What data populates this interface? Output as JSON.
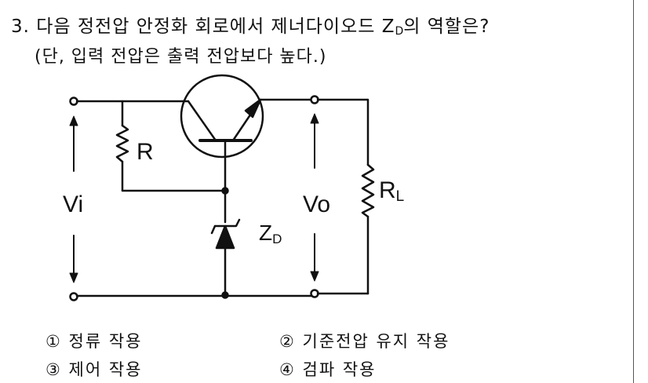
{
  "question": {
    "number": "3.",
    "text_before": "다음 정전압 안정화 회로에서 제너다이오드 Z",
    "subscript": "D",
    "text_after": "의 역할은?",
    "note": "(단, 입력 전압은 출력 전압보다 높다.)"
  },
  "circuit": {
    "label_r": "R",
    "label_vi": "Vi",
    "label_vo": "Vo",
    "label_rl_main": "R",
    "label_rl_sub": "L",
    "label_zd_main": "Z",
    "label_zd_sub": "D"
  },
  "choices": [
    {
      "marker": "①",
      "text": "정류 작용"
    },
    {
      "marker": "②",
      "text": "기준전압 유지 작용"
    },
    {
      "marker": "③",
      "text": "제어 작용"
    },
    {
      "marker": "④",
      "text": "검파 작용"
    }
  ]
}
